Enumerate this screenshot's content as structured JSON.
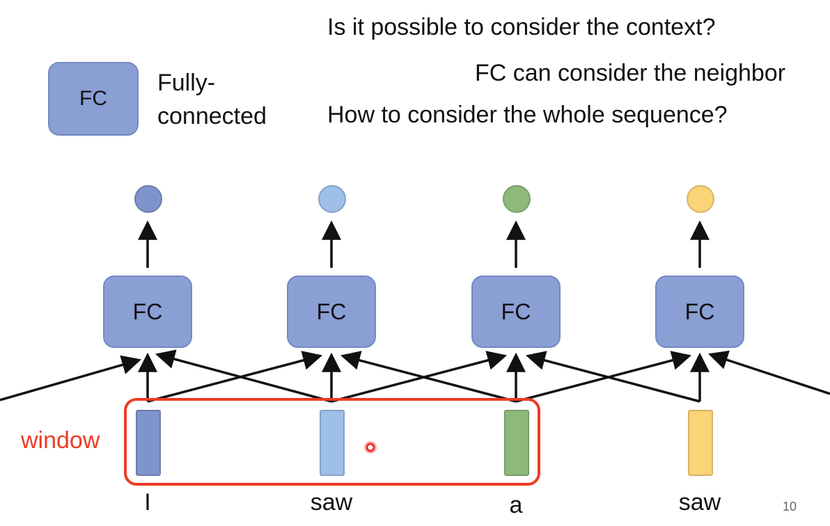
{
  "questions": {
    "context": "Is it possible to consider the context?",
    "neighbor": "FC can consider the neighbor",
    "whole": "How to consider the whole sequence?"
  },
  "legend": {
    "box_label": "FC",
    "desc_line1": "Fully-",
    "desc_line2": "connected"
  },
  "fc_label": "FC",
  "window_label": "window",
  "words": [
    "I",
    "saw",
    "a",
    "saw"
  ],
  "page_number": "10",
  "colors": {
    "fc_box": "#8a9fd4",
    "output_dots": [
      "#7f93cc",
      "#9dbfe8",
      "#8db97a",
      "#fbd477"
    ],
    "input_vectors": [
      "#7f93cc",
      "#9dbfe8",
      "#8db97a",
      "#fbd477"
    ],
    "window_frame": "#ee3b24"
  }
}
